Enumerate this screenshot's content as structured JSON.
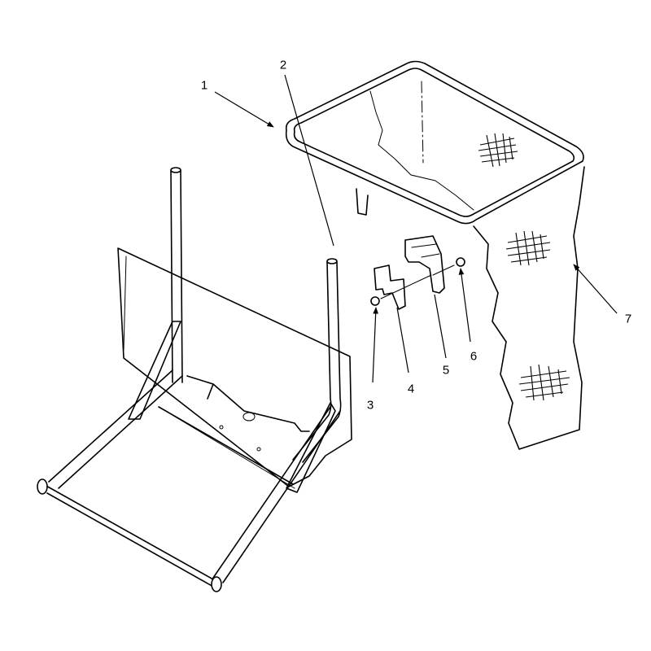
{
  "diagram": {
    "callouts": [
      "1",
      "2",
      "3",
      "4",
      "5",
      "6",
      "7"
    ]
  },
  "colors": {
    "line": "#000000",
    "background": "#ffffff"
  }
}
